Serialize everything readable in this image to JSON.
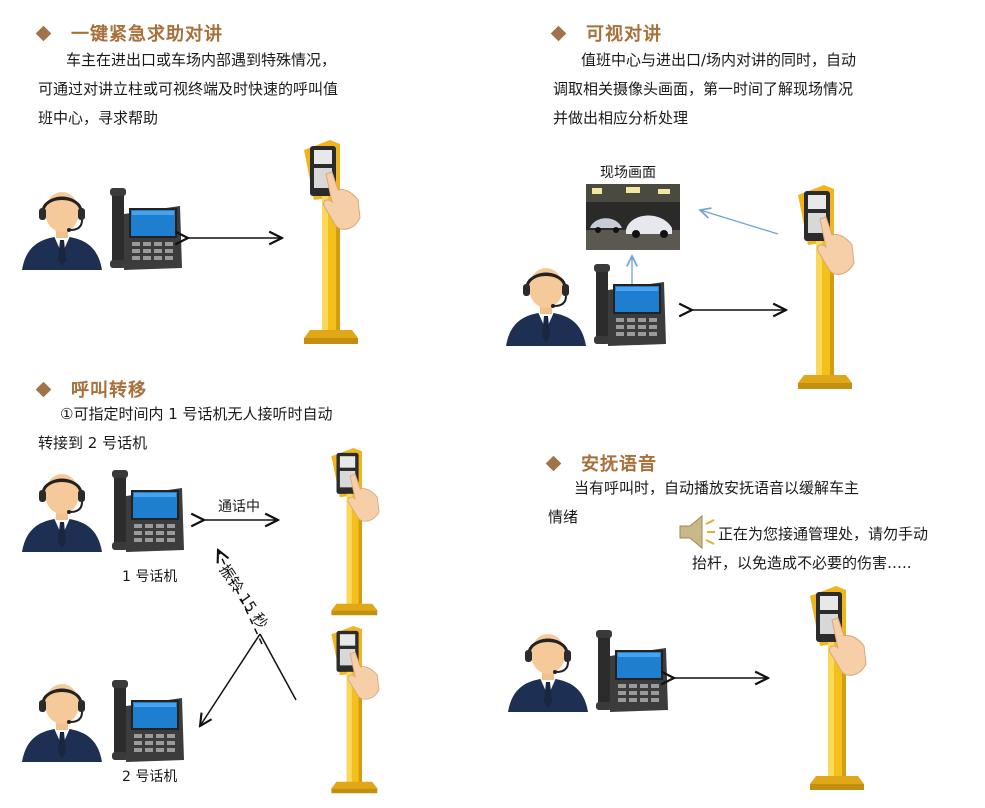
{
  "sections": {
    "s1": {
      "title": "一键紧急求助对讲",
      "line1": "车主在进出口或车场内部遇到特殊情况，",
      "line2": "可通过对讲立柱或可视终端及时快速的呼叫值",
      "line3": "班中心，寻求帮助"
    },
    "s2": {
      "title": "可视对讲",
      "line1": "值班中心与进出口/场内对讲的同时，自动",
      "line2": "调取相关摄像头画面，第一时间了解现场情况",
      "line3": "并做出相应分析处理",
      "scene_label": "现场画面"
    },
    "s3": {
      "title": "呼叫转移",
      "line1": "①可指定时间内 1 号话机无人接听时自动",
      "line2": "转接到 2 号话机",
      "in_call": "通话中",
      "ring": "振铃 15 秒",
      "phone1": "1 号话机",
      "phone2": "2 号话机"
    },
    "s4": {
      "title": "安抚语音",
      "line1": "当有呼叫时，自动播放安抚语音以缓解车主",
      "line2": "情绪",
      "msg1": "正在为您接通管理处，请勿手动",
      "msg2": "抬杆，以免造成不必要的伤害….."
    }
  }
}
